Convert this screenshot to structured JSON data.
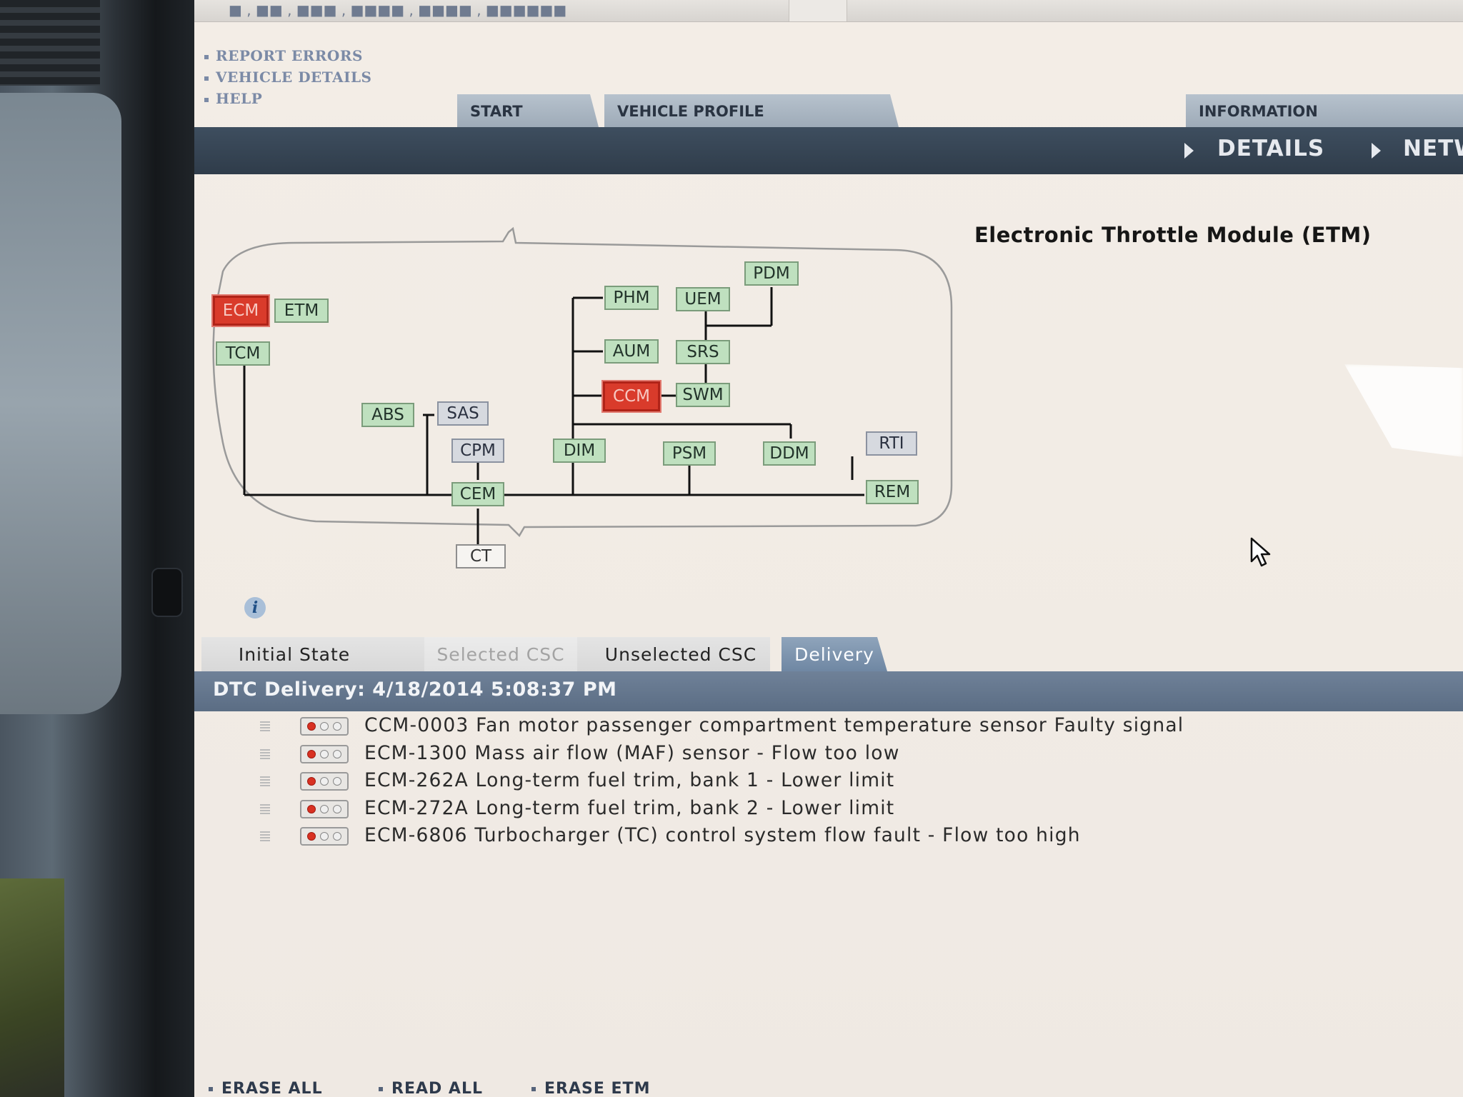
{
  "window": {
    "title": "■ , ■■ , ■■■ , ■■■■ , ■■■■ , ■■■■■■"
  },
  "side_links": [
    "REPORT ERRORS",
    "VEHICLE DETAILS",
    "HELP"
  ],
  "main_tabs": [
    "START",
    "VEHICLE PROFILE",
    "INFORMATION"
  ],
  "nav": [
    "DETAILS",
    "NETW"
  ],
  "module_title": "Electronic Throttle Module (ETM)",
  "network": {
    "nodes": {
      "ecm": {
        "label": "ECM",
        "status": "fault"
      },
      "etm": {
        "label": "ETM",
        "status": "ok"
      },
      "tcm": {
        "label": "TCM",
        "status": "ok"
      },
      "abs": {
        "label": "ABS",
        "status": "ok"
      },
      "sas": {
        "label": "SAS",
        "status": "grey"
      },
      "cpm": {
        "label": "CPM",
        "status": "grey"
      },
      "cem": {
        "label": "CEM",
        "status": "ok"
      },
      "ct": {
        "label": "CT",
        "status": "white"
      },
      "phm": {
        "label": "PHM",
        "status": "ok"
      },
      "aum": {
        "label": "AUM",
        "status": "ok"
      },
      "ccm": {
        "label": "CCM",
        "status": "fault"
      },
      "dim": {
        "label": "DIM",
        "status": "ok"
      },
      "uem": {
        "label": "UEM",
        "status": "ok"
      },
      "srs": {
        "label": "SRS",
        "status": "ok"
      },
      "swm": {
        "label": "SWM",
        "status": "ok"
      },
      "pdm": {
        "label": "PDM",
        "status": "ok"
      },
      "psm": {
        "label": "PSM",
        "status": "ok"
      },
      "ddm": {
        "label": "DDM",
        "status": "ok"
      },
      "rti": {
        "label": "RTI",
        "status": "grey"
      },
      "rem": {
        "label": "REM",
        "status": "ok"
      }
    }
  },
  "info_icon": "i",
  "state_tabs": [
    "Initial State",
    "Selected CSC",
    "Unselected CSC",
    "Delivery"
  ],
  "active_state_tab": "Delivery",
  "dtc_header": "DTC Delivery: 4/18/2014 5:08:37 PM",
  "dtcs": [
    "CCM-0003 Fan motor passenger compartment temperature sensor Faulty signal",
    "ECM-1300 Mass air flow (MAF) sensor - Flow too low",
    "ECM-262A Long-term fuel trim, bank 1 - Lower limit",
    "ECM-272A Long-term fuel trim, bank 2 - Lower limit",
    "ECM-6806 Turbocharger (TC) control system flow fault - Flow too high"
  ],
  "actions": [
    "ERASE ALL",
    "READ ALL",
    "ERASE ETM"
  ],
  "colors": {
    "fault": "#d93b2b",
    "ok": "#bfe0bf",
    "navbar": "#2f3c4a",
    "active_tab": "#7a91ab"
  },
  "icons": {
    "info": "info-icon",
    "cursor": "mouse-pointer-icon",
    "arrow": "triangle-right-icon"
  }
}
